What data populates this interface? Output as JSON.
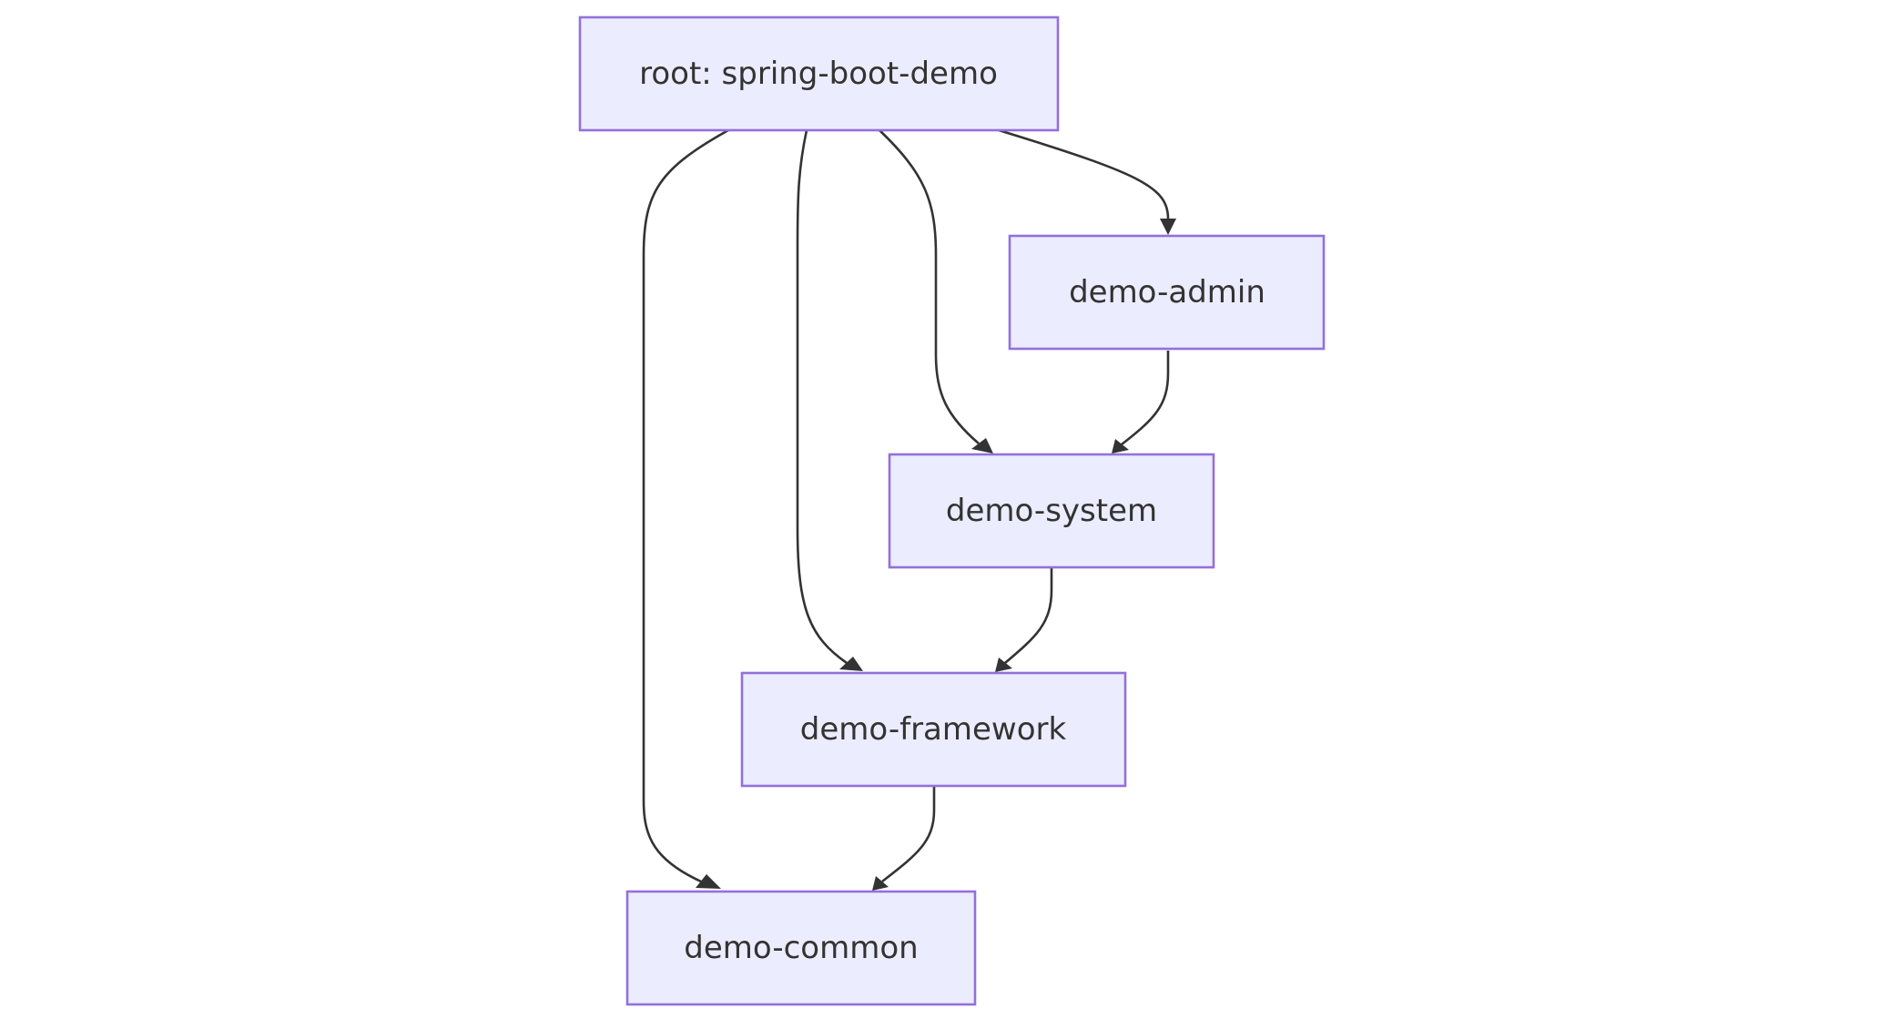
{
  "diagram": {
    "type": "flowchart",
    "direction": "top-down",
    "colors": {
      "node_fill": "#ececff",
      "node_border": "#9370db",
      "edge": "#333333",
      "text": "#333333",
      "background": "#ffffff"
    },
    "nodes": {
      "root": {
        "label": "root: spring-boot-demo"
      },
      "admin": {
        "label": "demo-admin"
      },
      "system": {
        "label": "demo-system"
      },
      "framework": {
        "label": "demo-framework"
      },
      "common": {
        "label": "demo-common"
      }
    },
    "edges": [
      {
        "from": "root",
        "to": "admin"
      },
      {
        "from": "root",
        "to": "system"
      },
      {
        "from": "root",
        "to": "framework"
      },
      {
        "from": "root",
        "to": "common"
      },
      {
        "from": "admin",
        "to": "system"
      },
      {
        "from": "system",
        "to": "framework"
      },
      {
        "from": "framework",
        "to": "common"
      }
    ]
  }
}
